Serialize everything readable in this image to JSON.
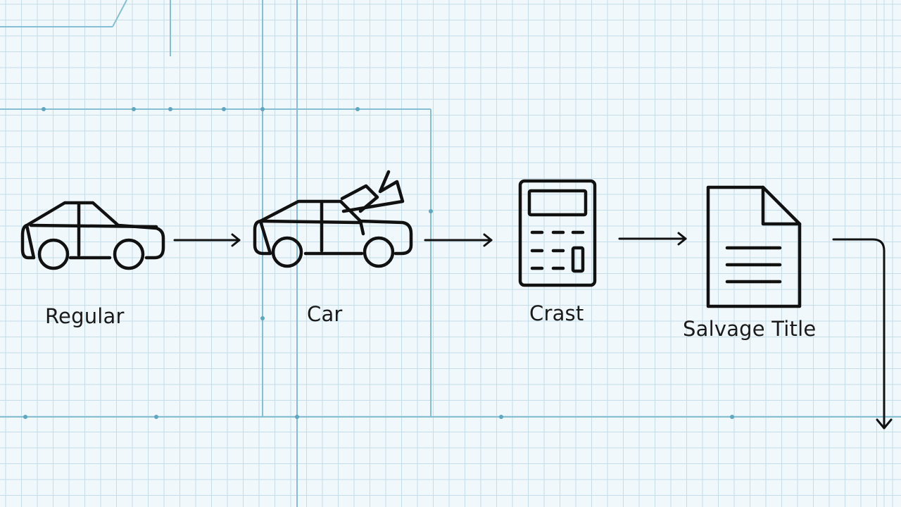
{
  "diagram": {
    "steps": [
      {
        "label": "Regular",
        "icon": "car-icon"
      },
      {
        "label": "Car",
        "icon": "crashed-car-icon"
      },
      {
        "label": "Crast",
        "icon": "calculator-icon"
      },
      {
        "label": "Salvage Title",
        "icon": "document-icon"
      }
    ],
    "connectors": [
      "arrow-right-icon",
      "arrow-right-icon",
      "arrow-right-icon",
      "arrow-down-icon"
    ]
  },
  "colors": {
    "background": "#f1f8fb",
    "grid_minor": "#c4dde8",
    "grid_major": "#86bfd3",
    "ink": "#111111"
  }
}
